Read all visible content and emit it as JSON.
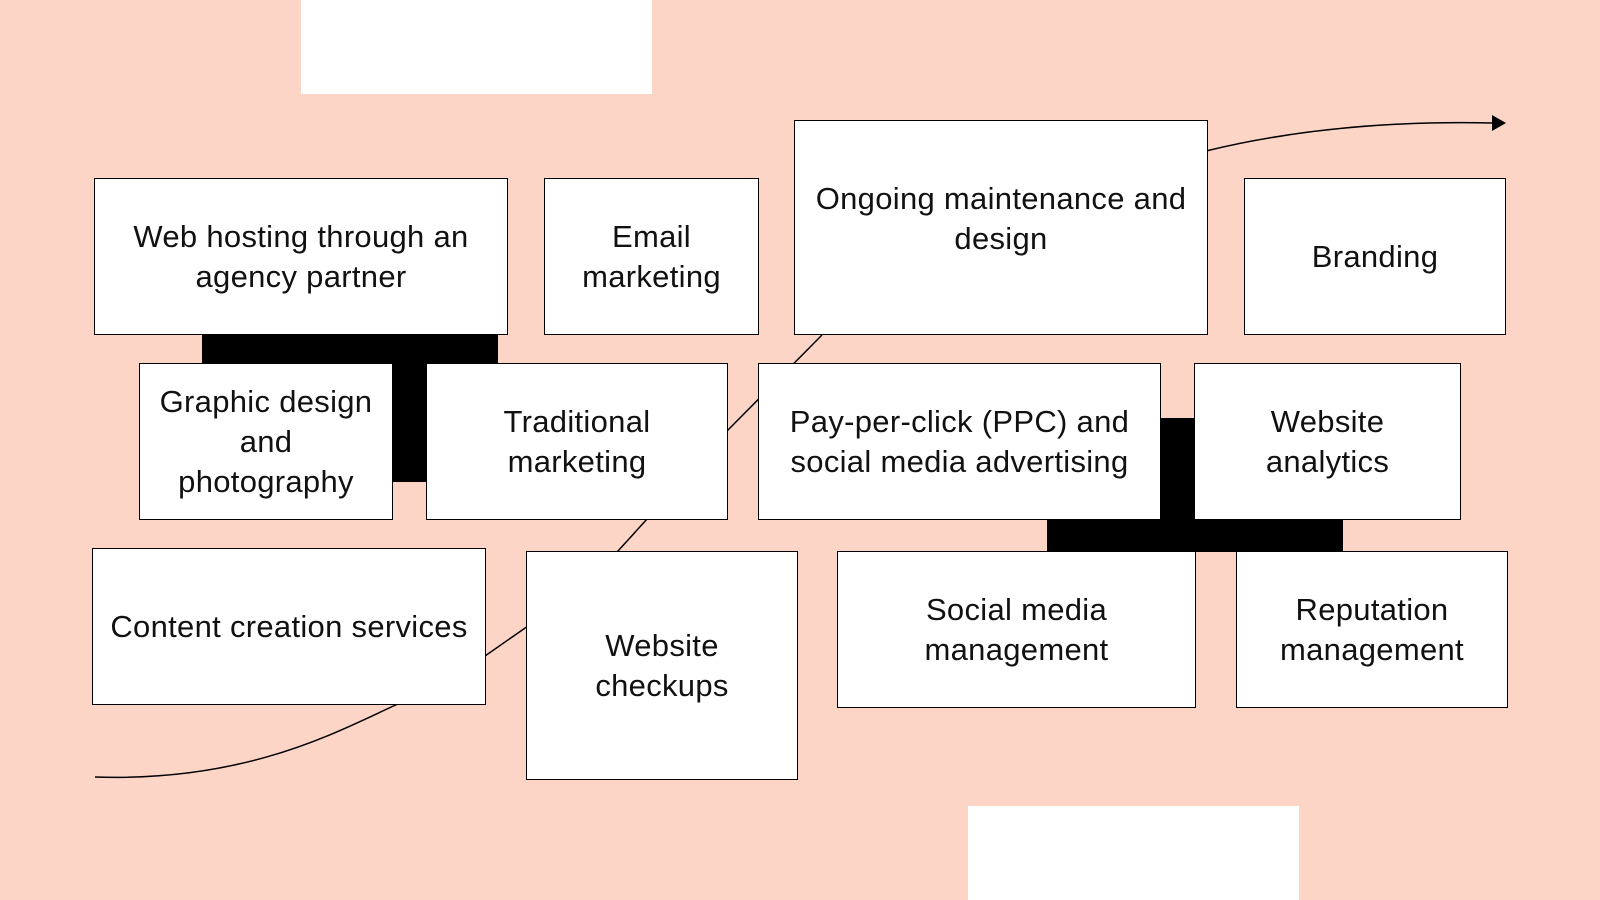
{
  "colors": {
    "background": "#fdd5c6",
    "box_fill": "#ffffff",
    "box_border": "#000000",
    "connector": "#000000"
  },
  "services": {
    "web_hosting": "Web hosting through an agency partner",
    "email_marketing": "Email marketing",
    "ongoing_maintenance": "Ongoing maintenance and design",
    "branding": "Branding",
    "graphic_design": "Graphic design and photography",
    "traditional_marketing": "Traditional marketing",
    "ppc_advertising": "Pay-per-click (PPC) and social media advertising",
    "website_analytics": "Website analytics",
    "content_creation": "Content creation services",
    "website_checkups": "Website checkups",
    "social_media_management": "Social media management",
    "reputation_management": "Reputation management"
  }
}
